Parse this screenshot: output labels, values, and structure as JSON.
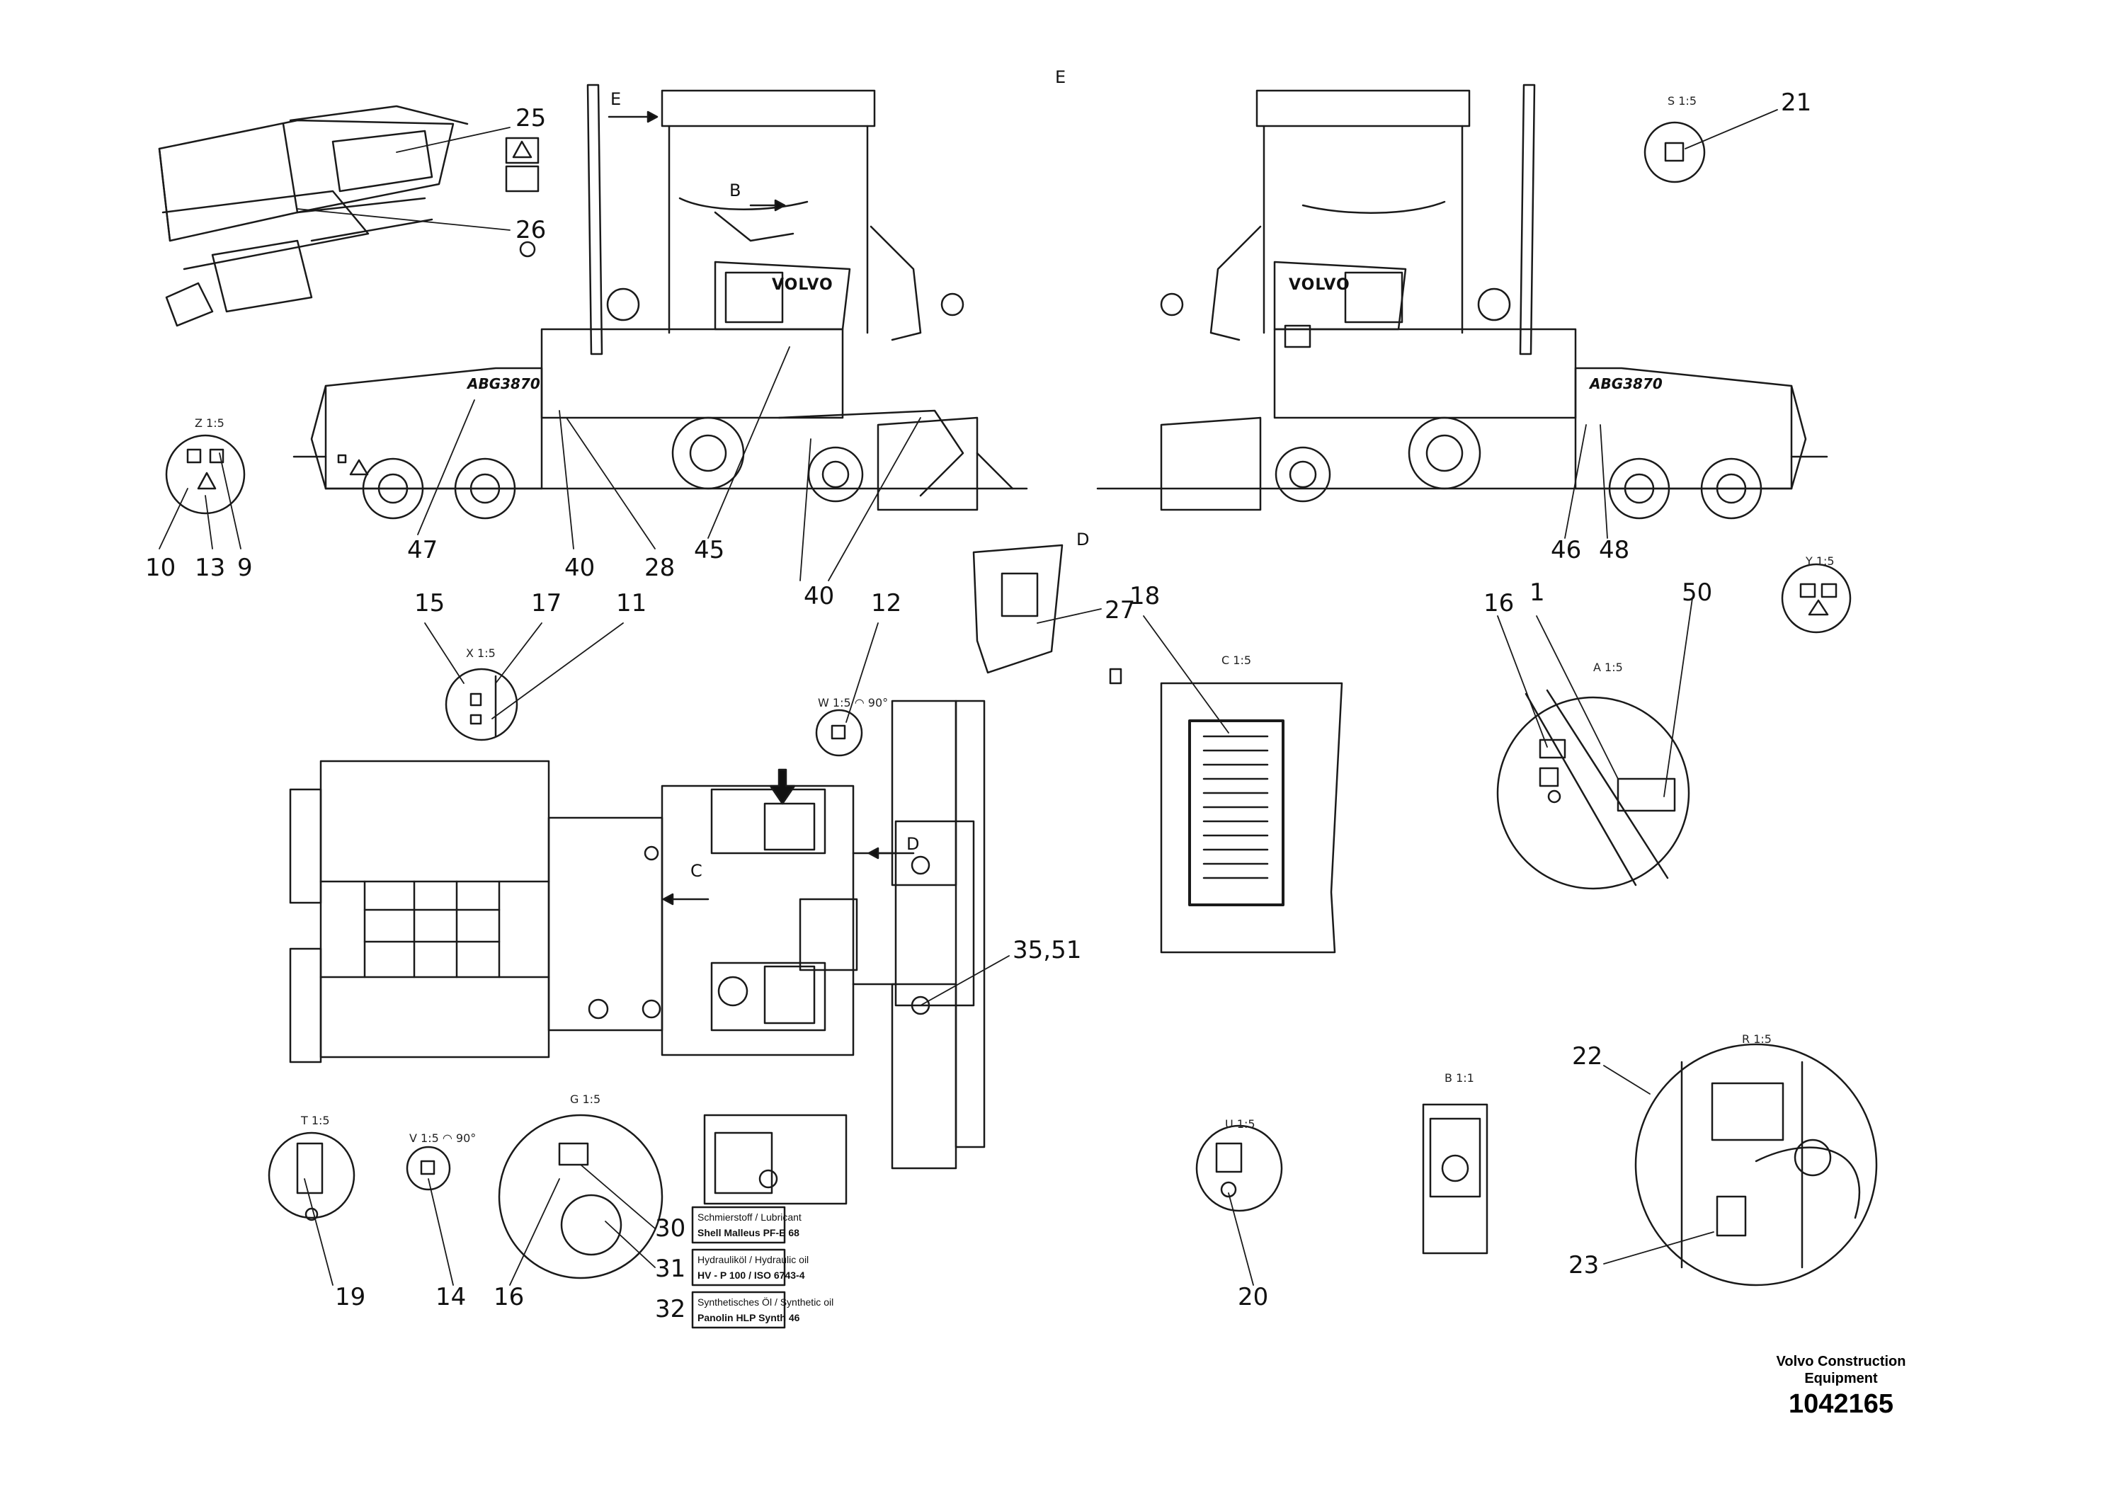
{
  "sheet": {
    "top_view_letter": "E",
    "company_line_1": "Volvo Construction",
    "company_line_2": "Equipment",
    "document_number": "1042165",
    "brand": "VOLVO",
    "model_badge": "ABG3870"
  },
  "callouts": [
    {
      "id": "c25",
      "text": "25"
    },
    {
      "id": "c26",
      "text": "26"
    },
    {
      "id": "c47",
      "text": "47"
    },
    {
      "id": "c10",
      "text": "10"
    },
    {
      "id": "c13",
      "text": "13"
    },
    {
      "id": "c9",
      "text": "9"
    },
    {
      "id": "c40a",
      "text": "40"
    },
    {
      "id": "c28",
      "text": "28"
    },
    {
      "id": "c45",
      "text": "45"
    },
    {
      "id": "c40b",
      "text": "40"
    },
    {
      "id": "c15",
      "text": "15"
    },
    {
      "id": "c17",
      "text": "17"
    },
    {
      "id": "c11",
      "text": "11"
    },
    {
      "id": "c12",
      "text": "12"
    },
    {
      "id": "c27",
      "text": "27"
    },
    {
      "id": "c18",
      "text": "18"
    },
    {
      "id": "c21",
      "text": "21"
    },
    {
      "id": "c46",
      "text": "46"
    },
    {
      "id": "c48",
      "text": "48"
    },
    {
      "id": "c16a",
      "text": "16"
    },
    {
      "id": "c1",
      "text": "1"
    },
    {
      "id": "c50",
      "text": "50"
    },
    {
      "id": "c3551",
      "text": "35,51"
    },
    {
      "id": "c22",
      "text": "22"
    },
    {
      "id": "c23",
      "text": "23"
    },
    {
      "id": "c30",
      "text": "30"
    },
    {
      "id": "c31",
      "text": "31"
    },
    {
      "id": "c32",
      "text": "32"
    },
    {
      "id": "c19",
      "text": "19"
    },
    {
      "id": "c14",
      "text": "14"
    },
    {
      "id": "c16b",
      "text": "16"
    },
    {
      "id": "c20",
      "text": "20"
    }
  ],
  "view_tags": [
    {
      "id": "vZ",
      "text": "Z 1:5"
    },
    {
      "id": "vX",
      "text": "X 1:5"
    },
    {
      "id": "vW",
      "text": "W 1:5  ◠ 90°"
    },
    {
      "id": "vC",
      "text": "C 1:5"
    },
    {
      "id": "vS",
      "text": "S 1:5"
    },
    {
      "id": "vA",
      "text": "A 1:5"
    },
    {
      "id": "vY",
      "text": "Y 1:5"
    },
    {
      "id": "vR",
      "text": "R 1:5"
    },
    {
      "id": "vT",
      "text": "T 1:5"
    },
    {
      "id": "vV",
      "text": "V 1:5  ◠ 90°"
    },
    {
      "id": "vG",
      "text": "G 1:5"
    },
    {
      "id": "vU",
      "text": "U 1:5"
    },
    {
      "id": "vB",
      "text": "B 1:1"
    }
  ],
  "view_letters": [
    {
      "id": "lE",
      "text": "E"
    },
    {
      "id": "lB",
      "text": "B"
    },
    {
      "id": "lD1",
      "text": "D"
    },
    {
      "id": "lD2",
      "text": "D"
    },
    {
      "id": "lC",
      "text": "C"
    }
  ],
  "plates": {
    "p30a": "Schmierstoff / Lubricant",
    "p30b": "Shell Malleus PF-E 68",
    "p31a": "Hydrauliköl / Hydraulic oil",
    "p31b": "HV - P 100 / ISO 6743-4",
    "p32a": "Synthetisches Öl / Synthetic oil",
    "p32b": "Panolin HLP Synth 46"
  }
}
